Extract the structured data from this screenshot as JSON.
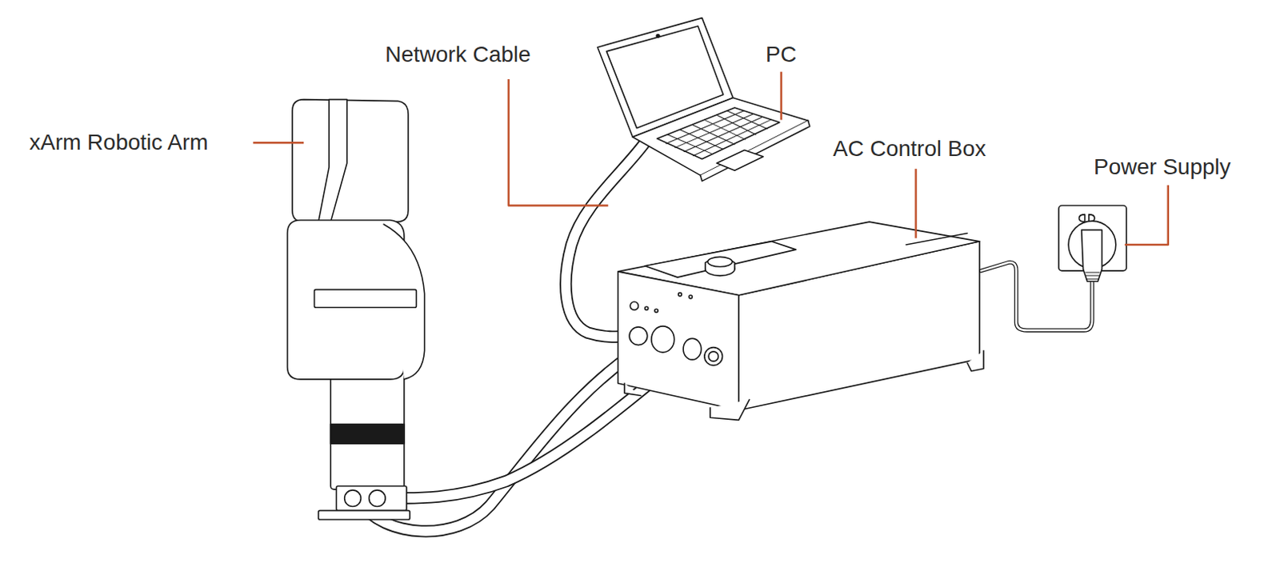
{
  "diagram": {
    "labels": [
      "xArm Robotic Arm",
      "Network Cable",
      "PC",
      "AC Control Box",
      "Power Supply"
    ]
  }
}
